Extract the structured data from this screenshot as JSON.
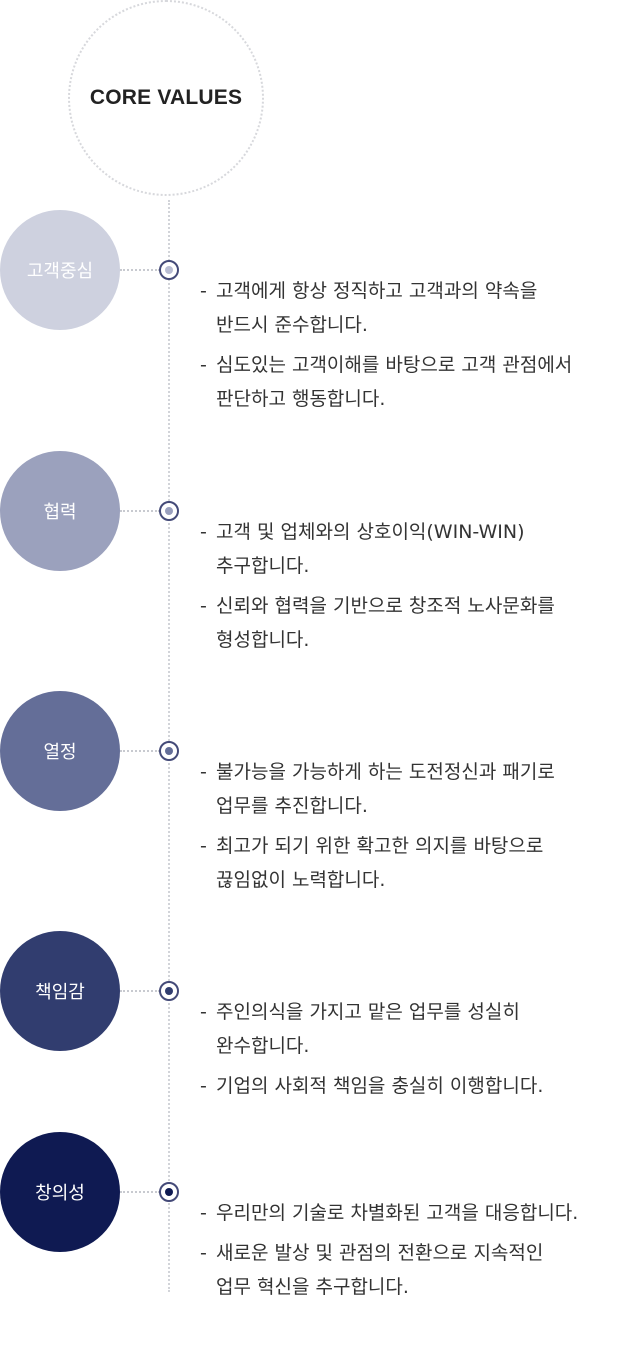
{
  "core": {
    "title": "CORE VALUES"
  },
  "values": [
    {
      "label": "고객중심",
      "color": "#ced1df",
      "dot_color": "#b9bdd3",
      "items": [
        [
          "고객에게 항상 정직하고 고객과의 약속을",
          "반드시 준수합니다."
        ],
        [
          "심도있는 고객이해를 바탕으로 고객 관점에서",
          "판단하고 행동합니다."
        ]
      ]
    },
    {
      "label": "협력",
      "color": "#9ba1bd",
      "dot_color": "#9aa0be",
      "items": [
        [
          "고객 및 업체와의 상호이익(WIN-WIN)",
          "추구합니다."
        ],
        [
          "신뢰와 협력을 기반으로 창조적 노사문화를",
          "형성합니다."
        ]
      ]
    },
    {
      "label": "열정",
      "color": "#646e98",
      "dot_color": "#646e98",
      "items": [
        [
          "불가능을 가능하게 하는 도전정신과 패기로",
          "업무를 추진합니다."
        ],
        [
          "최고가 되기 위한 확고한 의지를 바탕으로",
          "끊임없이 노력합니다."
        ]
      ]
    },
    {
      "label": "책임감",
      "color": "#313d6f",
      "dot_color": "#313d6f",
      "items": [
        [
          "주인의식을 가지고 맡은 업무를 성실히",
          "완수합니다."
        ],
        [
          "기업의 사회적 책임을 충실히 이행합니다."
        ]
      ]
    },
    {
      "label": "창의성",
      "color": "#0f1a52",
      "dot_color": "#0f1a52",
      "items": [
        [
          "우리만의 기술로 차별화된 고객을 대응합니다."
        ],
        [
          "새로운 발상 및 관점의 전환으로 지속적인",
          "업무 혁신을 추구합니다."
        ]
      ]
    }
  ]
}
